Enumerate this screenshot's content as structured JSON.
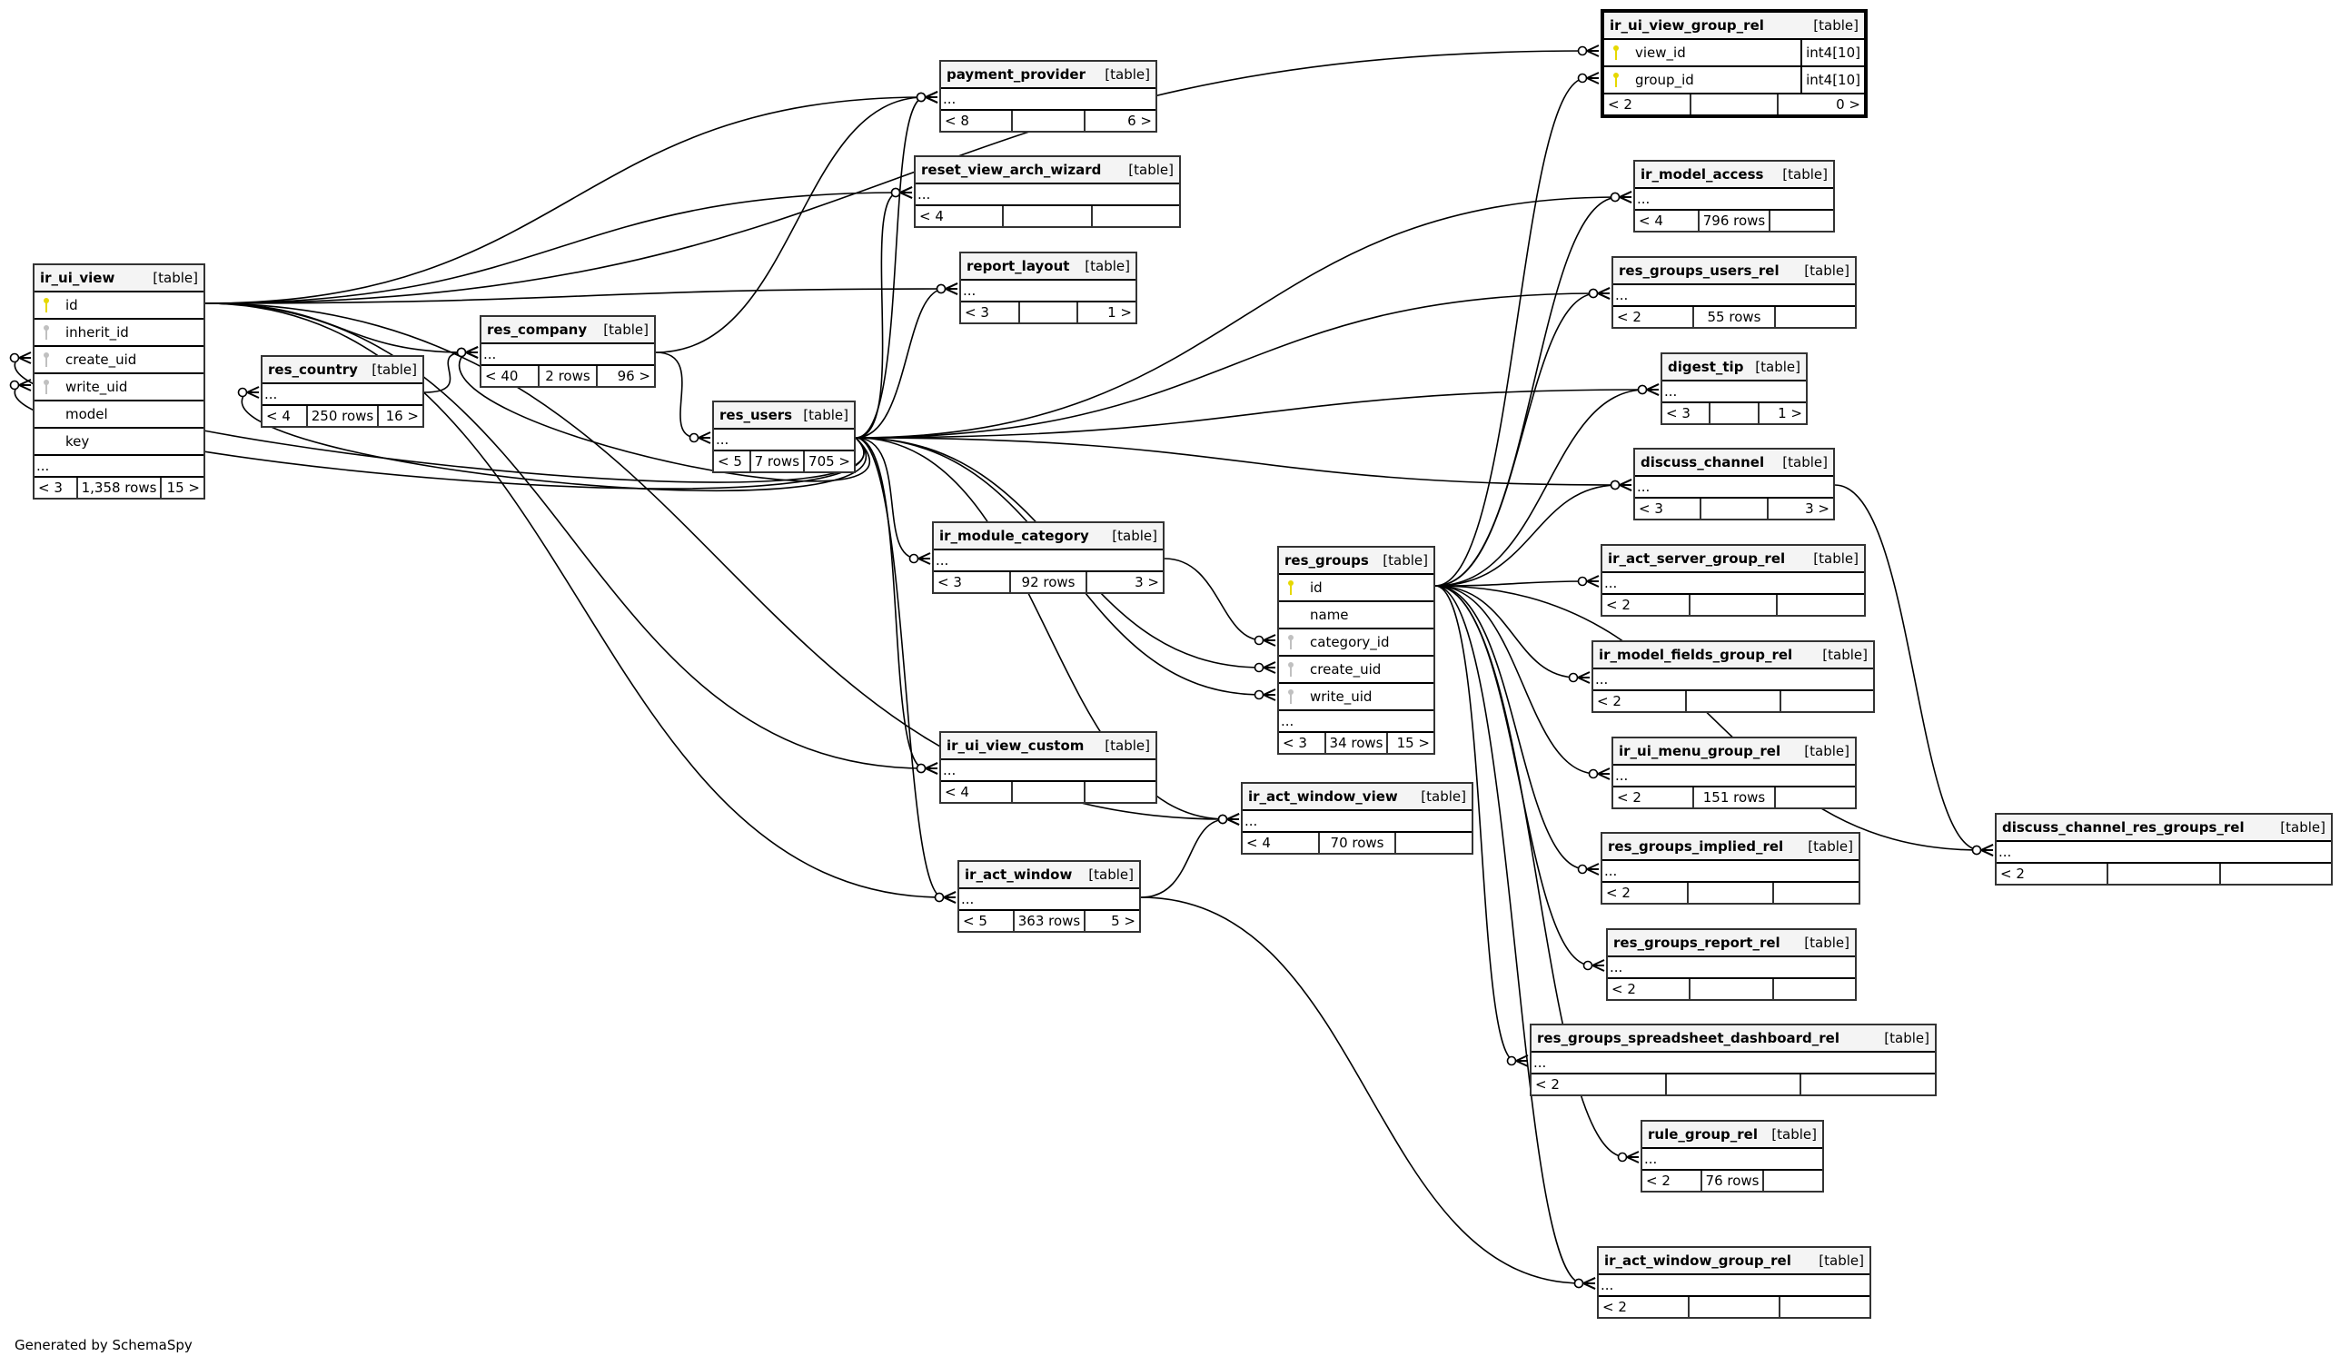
{
  "footer": "Generated by SchemaSpy",
  "colors": {
    "primary_key": "#e6d800",
    "foreign_key": "#c0c0c0",
    "header_bg": "#f4f4f4",
    "line": "#000000"
  },
  "tables": [
    {
      "id": "ir_ui_view_group_rel",
      "name": "ir_ui_view_group_rel",
      "kind": "[table]",
      "focus": true,
      "columns": [
        {
          "name": "view_id",
          "key": "pk",
          "type": "int4[10]"
        },
        {
          "name": "group_id",
          "key": "pk",
          "type": "int4[10]"
        }
      ],
      "ellipsis": false,
      "parents": "< 2",
      "rows": "",
      "children": "0 >"
    },
    {
      "id": "payment_provider",
      "name": "payment_provider",
      "kind": "[table]",
      "columns": [],
      "ellipsis": true,
      "parents": "< 8",
      "rows": "",
      "children": "6 >"
    },
    {
      "id": "reset_view_arch_wizard",
      "name": "reset_view_arch_wizard",
      "kind": "[table]",
      "columns": [],
      "ellipsis": true,
      "parents": "< 4",
      "rows": "",
      "children": ""
    },
    {
      "id": "report_layout",
      "name": "report_layout",
      "kind": "[table]",
      "columns": [],
      "ellipsis": true,
      "parents": "< 3",
      "rows": "",
      "children": "1 >"
    },
    {
      "id": "ir_ui_view",
      "name": "ir_ui_view",
      "kind": "[table]",
      "columns": [
        {
          "name": "id",
          "key": "pk"
        },
        {
          "name": "inherit_id",
          "key": "fk"
        },
        {
          "name": "create_uid",
          "key": "fk"
        },
        {
          "name": "write_uid",
          "key": "fk"
        },
        {
          "name": "model",
          "key": ""
        },
        {
          "name": "key",
          "key": ""
        }
      ],
      "ellipsis": true,
      "parents": "< 3",
      "rows": "1,358 rows",
      "children": "15 >"
    },
    {
      "id": "res_company",
      "name": "res_company",
      "kind": "[table]",
      "columns": [],
      "ellipsis": true,
      "parents": "< 40",
      "rows": "2 rows",
      "children": "96 >"
    },
    {
      "id": "res_country",
      "name": "res_country",
      "kind": "[table]",
      "columns": [],
      "ellipsis": true,
      "parents": "< 4",
      "rows": "250 rows",
      "children": "16 >"
    },
    {
      "id": "res_users",
      "name": "res_users",
      "kind": "[table]",
      "columns": [],
      "ellipsis": true,
      "parents": "< 5",
      "rows": "7 rows",
      "children": "705 >"
    },
    {
      "id": "ir_module_category",
      "name": "ir_module_category",
      "kind": "[table]",
      "columns": [],
      "ellipsis": true,
      "parents": "< 3",
      "rows": "92 rows",
      "children": "3 >"
    },
    {
      "id": "res_groups",
      "name": "res_groups",
      "kind": "[table]",
      "columns": [
        {
          "name": "id",
          "key": "pk"
        },
        {
          "name": "name",
          "key": ""
        },
        {
          "name": "category_id",
          "key": "fk"
        },
        {
          "name": "create_uid",
          "key": "fk"
        },
        {
          "name": "write_uid",
          "key": "fk"
        }
      ],
      "ellipsis": true,
      "parents": "< 3",
      "rows": "34 rows",
      "children": "15 >"
    },
    {
      "id": "ir_ui_view_custom",
      "name": "ir_ui_view_custom",
      "kind": "[table]",
      "columns": [],
      "ellipsis": true,
      "parents": "< 4",
      "rows": "",
      "children": ""
    },
    {
      "id": "ir_act_window_view",
      "name": "ir_act_window_view",
      "kind": "[table]",
      "columns": [],
      "ellipsis": true,
      "parents": "< 4",
      "rows": "70 rows",
      "children": ""
    },
    {
      "id": "ir_act_window",
      "name": "ir_act_window",
      "kind": "[table]",
      "columns": [],
      "ellipsis": true,
      "parents": "< 5",
      "rows": "363 rows",
      "children": "5 >"
    },
    {
      "id": "ir_model_access",
      "name": "ir_model_access",
      "kind": "[table]",
      "columns": [],
      "ellipsis": true,
      "parents": "< 4",
      "rows": "796 rows",
      "children": ""
    },
    {
      "id": "res_groups_users_rel",
      "name": "res_groups_users_rel",
      "kind": "[table]",
      "columns": [],
      "ellipsis": true,
      "parents": "< 2",
      "rows": "55 rows",
      "children": ""
    },
    {
      "id": "digest_tip",
      "name": "digest_tip",
      "kind": "[table]",
      "columns": [],
      "ellipsis": true,
      "parents": "< 3",
      "rows": "",
      "children": "1 >"
    },
    {
      "id": "discuss_channel",
      "name": "discuss_channel",
      "kind": "[table]",
      "columns": [],
      "ellipsis": true,
      "parents": "< 3",
      "rows": "",
      "children": "3 >"
    },
    {
      "id": "ir_act_server_group_rel",
      "name": "ir_act_server_group_rel",
      "kind": "[table]",
      "columns": [],
      "ellipsis": true,
      "parents": "< 2",
      "rows": "",
      "children": ""
    },
    {
      "id": "ir_model_fields_group_rel",
      "name": "ir_model_fields_group_rel",
      "kind": "[table]",
      "columns": [],
      "ellipsis": true,
      "parents": "< 2",
      "rows": "",
      "children": ""
    },
    {
      "id": "ir_ui_menu_group_rel",
      "name": "ir_ui_menu_group_rel",
      "kind": "[table]",
      "columns": [],
      "ellipsis": true,
      "parents": "< 2",
      "rows": "151 rows",
      "children": ""
    },
    {
      "id": "res_groups_implied_rel",
      "name": "res_groups_implied_rel",
      "kind": "[table]",
      "columns": [],
      "ellipsis": true,
      "parents": "< 2",
      "rows": "",
      "children": ""
    },
    {
      "id": "res_groups_report_rel",
      "name": "res_groups_report_rel",
      "kind": "[table]",
      "columns": [],
      "ellipsis": true,
      "parents": "< 2",
      "rows": "",
      "children": ""
    },
    {
      "id": "res_groups_spreadsheet_dashboard_rel",
      "name": "res_groups_spreadsheet_dashboard_rel",
      "kind": "[table]",
      "columns": [],
      "ellipsis": true,
      "parents": "< 2",
      "rows": "",
      "children": ""
    },
    {
      "id": "rule_group_rel",
      "name": "rule_group_rel",
      "kind": "[table]",
      "columns": [],
      "ellipsis": true,
      "parents": "< 2",
      "rows": "76 rows",
      "children": ""
    },
    {
      "id": "ir_act_window_group_rel",
      "name": "ir_act_window_group_rel",
      "kind": "[table]",
      "columns": [],
      "ellipsis": true,
      "parents": "< 2",
      "rows": "",
      "children": ""
    },
    {
      "id": "discuss_channel_res_groups_rel",
      "name": "discuss_channel_res_groups_rel",
      "kind": "[table]",
      "columns": [],
      "ellipsis": true,
      "parents": "< 2",
      "rows": "",
      "children": ""
    }
  ],
  "relationships": [
    {
      "from": "ir_ui_view.id",
      "to": "ir_ui_view_group_rel.view_id"
    },
    {
      "from": "res_groups.id",
      "to": "ir_ui_view_group_rel.group_id"
    },
    {
      "from": "ir_ui_view.id",
      "to": "payment_provider"
    },
    {
      "from": "res_company",
      "to": "payment_provider"
    },
    {
      "from": "res_users",
      "to": "payment_provider"
    },
    {
      "from": "ir_ui_view.id",
      "to": "reset_view_arch_wizard"
    },
    {
      "from": "res_users",
      "to": "reset_view_arch_wizard"
    },
    {
      "from": "ir_ui_view.id",
      "to": "report_layout"
    },
    {
      "from": "res_users",
      "to": "report_layout"
    },
    {
      "from": "ir_ui_view.id",
      "to": "res_company"
    },
    {
      "from": "res_users",
      "to": "res_company"
    },
    {
      "from": "res_country",
      "to": "res_company"
    },
    {
      "from": "res_users",
      "to": "res_country"
    },
    {
      "from": "res_company",
      "to": "res_users"
    },
    {
      "from": "res_users",
      "to": "ir_ui_view.create_uid"
    },
    {
      "from": "res_users",
      "to": "ir_ui_view.write_uid"
    },
    {
      "from": "res_users",
      "to": "ir_module_category"
    },
    {
      "from": "ir_module_category",
      "to": "res_groups.category_id"
    },
    {
      "from": "res_users",
      "to": "res_groups.create_uid"
    },
    {
      "from": "res_users",
      "to": "res_groups.write_uid"
    },
    {
      "from": "ir_ui_view.id",
      "to": "ir_ui_view_custom"
    },
    {
      "from": "res_users",
      "to": "ir_ui_view_custom"
    },
    {
      "from": "ir_ui_view.id",
      "to": "ir_act_window_view"
    },
    {
      "from": "ir_act_window",
      "to": "ir_act_window_view"
    },
    {
      "from": "res_users",
      "to": "ir_act_window_view"
    },
    {
      "from": "ir_ui_view.id",
      "to": "ir_act_window"
    },
    {
      "from": "res_users",
      "to": "ir_act_window"
    },
    {
      "from": "res_users",
      "to": "ir_model_access"
    },
    {
      "from": "res_groups.id",
      "to": "ir_model_access"
    },
    {
      "from": "res_users",
      "to": "res_groups_users_rel"
    },
    {
      "from": "res_groups.id",
      "to": "res_groups_users_rel"
    },
    {
      "from": "res_users",
      "to": "digest_tip"
    },
    {
      "from": "res_groups.id",
      "to": "digest_tip"
    },
    {
      "from": "res_users",
      "to": "discuss_channel"
    },
    {
      "from": "res_groups.id",
      "to": "discuss_channel"
    },
    {
      "from": "res_groups.id",
      "to": "ir_act_server_group_rel"
    },
    {
      "from": "res_groups.id",
      "to": "ir_model_fields_group_rel"
    },
    {
      "from": "res_groups.id",
      "to": "ir_ui_menu_group_rel"
    },
    {
      "from": "res_groups.id",
      "to": "res_groups_implied_rel"
    },
    {
      "from": "res_groups.id",
      "to": "res_groups_report_rel"
    },
    {
      "from": "res_groups.id",
      "to": "res_groups_spreadsheet_dashboard_rel"
    },
    {
      "from": "res_groups.id",
      "to": "rule_group_rel"
    },
    {
      "from": "res_groups.id",
      "to": "ir_act_window_group_rel"
    },
    {
      "from": "ir_act_window",
      "to": "ir_act_window_group_rel"
    },
    {
      "from": "res_groups.id",
      "to": "discuss_channel_res_groups_rel"
    },
    {
      "from": "discuss_channel",
      "to": "discuss_channel_res_groups_rel"
    }
  ]
}
